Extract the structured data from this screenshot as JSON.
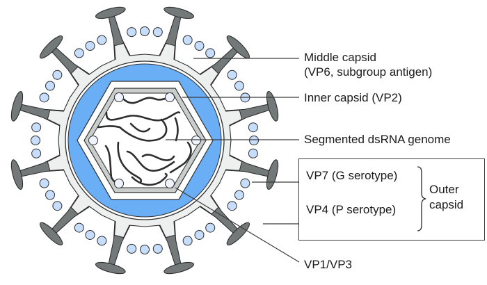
{
  "labels": {
    "middle_capsid_line1": "Middle capsid",
    "middle_capsid_line2": "(VP6, subgroup antigen)",
    "inner_capsid": "Inner capsid (VP2)",
    "genome": "Segmented dsRNA genome",
    "vp7": "VP7 (G serotype)",
    "vp4": "VP4 (P serotype)",
    "outer_capsid_line1": "Outer",
    "outer_capsid_line2": "capsid",
    "vp1_vp3": "VP1/VP3"
  },
  "colors": {
    "spike": "#737879",
    "outline": "#2e2e2e",
    "gear": "#eef0ef",
    "middle_capsid": "#6aaef5",
    "inner_capsid": "#c9cdcc",
    "ball": "#c6ddfb",
    "leader": "#3a3a3a"
  },
  "counts": {
    "spikes": 12,
    "ball_groups": 12,
    "balls_per_group": 3
  }
}
